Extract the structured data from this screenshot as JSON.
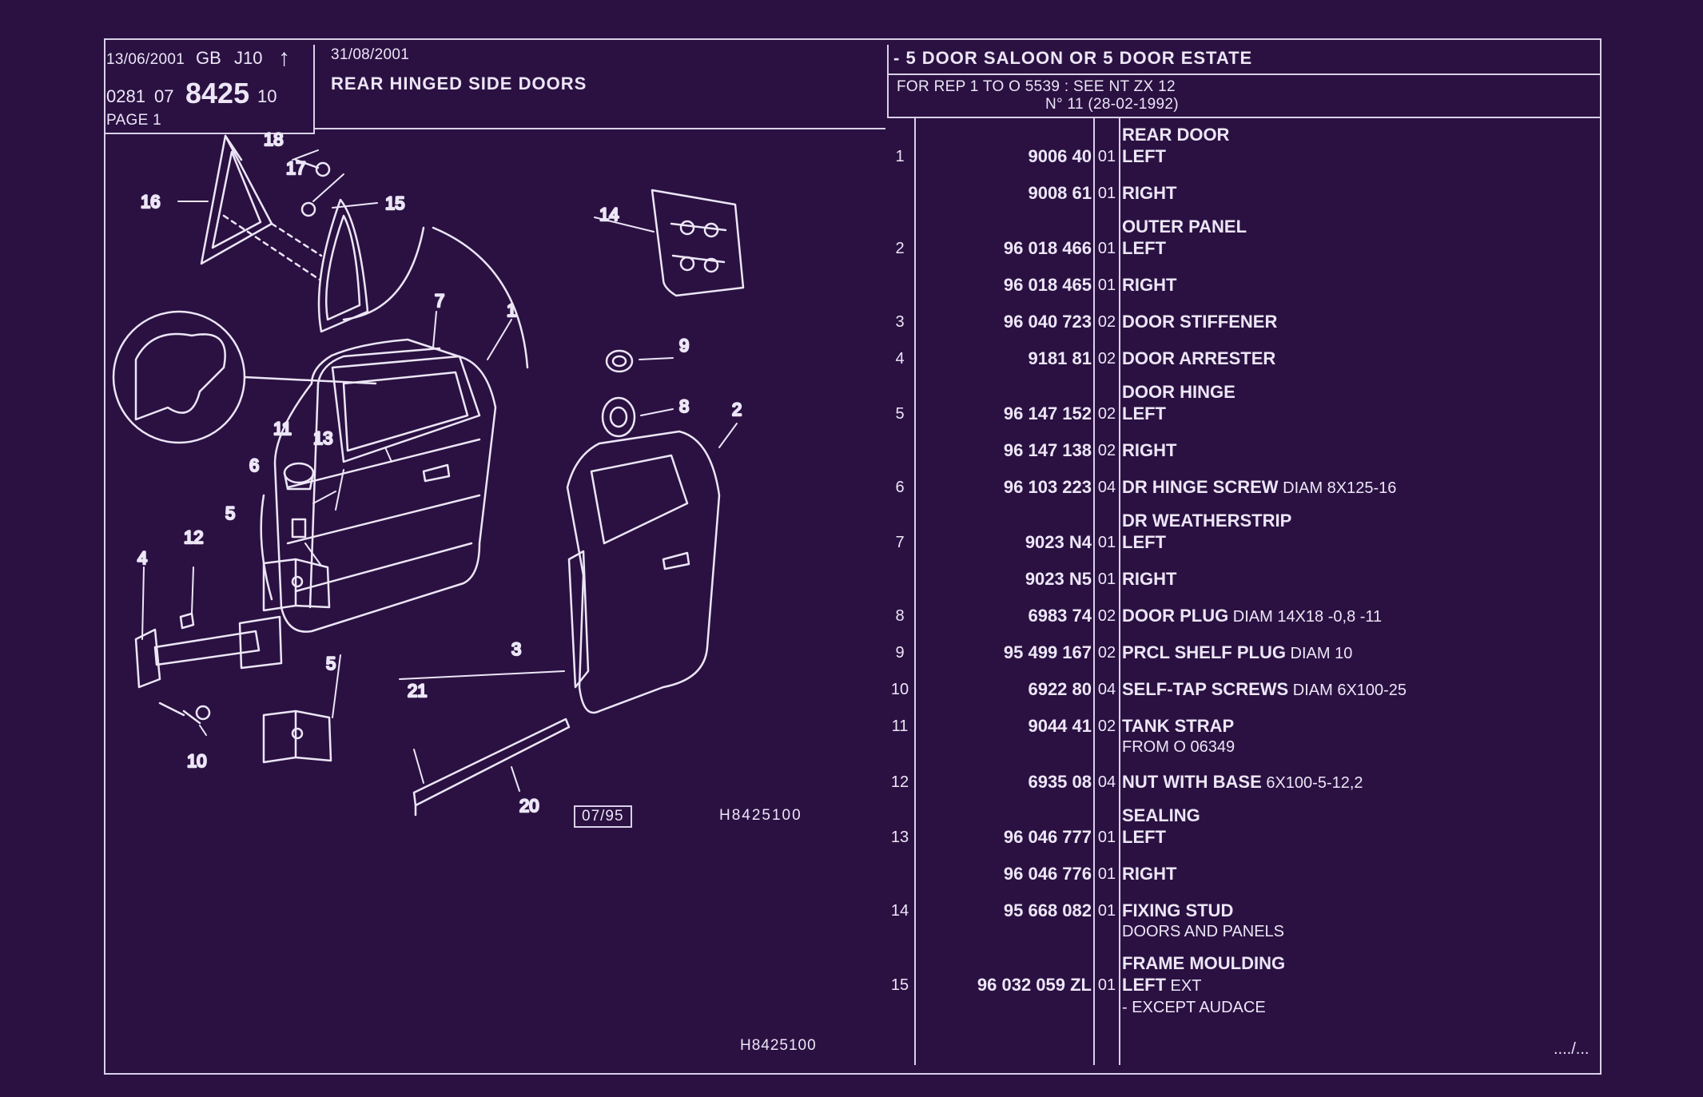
{
  "header": {
    "date_left": "13/06/2001",
    "lang": "GB",
    "model": "J10",
    "arrow": "↑",
    "code_a": "0281",
    "code_b": "07",
    "code_main": "8425",
    "code_c": "10",
    "page": "PAGE 1",
    "date_mid": "31/08/2001",
    "title": "REAR HINGED SIDE DOORS",
    "variant": "- 5 DOOR SALOON OR  5 DOOR ESTATE",
    "note_line1": "FOR REP 1 TO O 5539 : SEE NT  ZX 12",
    "note_line2": "N° 11 (28-02-1992)"
  },
  "diagram": {
    "stamp": "07/95",
    "ref_code": "H8425100",
    "footer_code": "H8425100",
    "callouts": [
      "1",
      "2",
      "3",
      "4",
      "5",
      "5",
      "6",
      "7",
      "8",
      "9",
      "10",
      "11",
      "12",
      "13",
      "14",
      "15",
      "16",
      "17",
      "18",
      "20",
      "21"
    ]
  },
  "parts": [
    {
      "ref": "1",
      "desc": [
        {
          "t": "REAR DOOR"
        }
      ],
      "rows": [
        {
          "pn": "9006 40",
          "qty": "01",
          "label": "LEFT"
        },
        {
          "pn": "9008 61",
          "qty": "01",
          "label": "RIGHT"
        }
      ]
    },
    {
      "ref": "2",
      "desc": [
        {
          "t": "OUTER PANEL"
        }
      ],
      "rows": [
        {
          "pn": "96 018 466",
          "qty": "01",
          "label": "LEFT"
        },
        {
          "pn": "96 018 465",
          "qty": "01",
          "label": "RIGHT"
        }
      ]
    },
    {
      "ref": "3",
      "rows": [
        {
          "pn": "96 040 723",
          "qty": "02",
          "label": "DOOR STIFFENER"
        }
      ]
    },
    {
      "ref": "4",
      "rows": [
        {
          "pn": "9181 81",
          "qty": "02",
          "label": "DOOR ARRESTER"
        }
      ]
    },
    {
      "ref": "5",
      "desc": [
        {
          "t": "DOOR HINGE"
        }
      ],
      "rows": [
        {
          "pn": "96 147 152",
          "qty": "02",
          "label": "LEFT"
        },
        {
          "pn": "96 147 138",
          "qty": "02",
          "label": "RIGHT"
        }
      ]
    },
    {
      "ref": "6",
      "rows": [
        {
          "pn": "96 103 223",
          "qty": "04",
          "label": "DR HINGE SCREW",
          "extra": "DIAM 8X125-16"
        }
      ]
    },
    {
      "ref": "7",
      "desc": [
        {
          "t": "DR WEATHERSTRIP"
        }
      ],
      "rows": [
        {
          "pn": "9023 N4",
          "qty": "01",
          "label": "LEFT"
        },
        {
          "pn": "9023 N5",
          "qty": "01",
          "label": "RIGHT"
        }
      ]
    },
    {
      "ref": "8",
      "rows": [
        {
          "pn": "6983 74",
          "qty": "02",
          "label": "DOOR PLUG",
          "extra": "DIAM 14X18 -0,8 -11"
        }
      ]
    },
    {
      "ref": "9",
      "rows": [
        {
          "pn": "95 499 167",
          "qty": "02",
          "label": "PRCL SHELF PLUG",
          "extra": "DIAM 10"
        }
      ]
    },
    {
      "ref": "10",
      "rows": [
        {
          "pn": "6922 80",
          "qty": "04",
          "label": "SELF-TAP SCREWS",
          "extra": "DIAM 6X100-25"
        }
      ]
    },
    {
      "ref": "11",
      "rows": [
        {
          "pn": "9044 41",
          "qty": "02",
          "label": "TANK STRAP",
          "sub": "FROM  O  06349"
        }
      ]
    },
    {
      "ref": "12",
      "rows": [
        {
          "pn": "6935 08",
          "qty": "04",
          "label": "NUT WITH BASE",
          "extra": "6X100-5-12,2"
        }
      ]
    },
    {
      "ref": "13",
      "desc": [
        {
          "t": "SEALING"
        }
      ],
      "rows": [
        {
          "pn": "96 046 777",
          "qty": "01",
          "label": "LEFT"
        },
        {
          "pn": "96 046 776",
          "qty": "01",
          "label": "RIGHT"
        }
      ]
    },
    {
      "ref": "14",
      "rows": [
        {
          "pn": "95 668 082",
          "qty": "01",
          "label": "FIXING STUD",
          "sub": "DOORS AND PANELS"
        }
      ]
    },
    {
      "ref": "15",
      "desc": [
        {
          "t": "FRAME MOULDING"
        }
      ],
      "rows": [
        {
          "pn": "96 032 059 ZL",
          "qty": "01",
          "label": "LEFT",
          "extra": "EXT",
          "sub": "-     EXCEPT  AUDACE"
        }
      ]
    }
  ],
  "continued": "..../..."
}
